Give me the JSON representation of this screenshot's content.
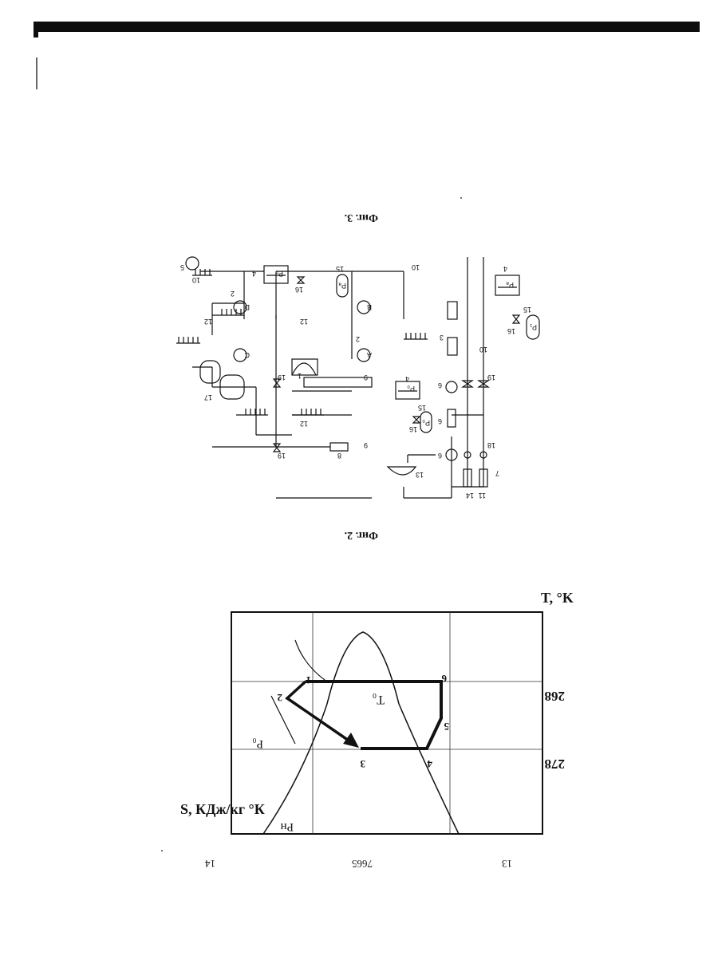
{
  "page": {
    "page_number": "7665",
    "header_right": "13",
    "header_left": "14"
  },
  "figure_top": {
    "caption": "Фиг. 3."
  },
  "figure_schematic": {
    "caption": "Фиг. 2.",
    "labels": {
      "l1": "1",
      "l2a": "2",
      "l2b": "2",
      "l3": "3",
      "l4a": "4",
      "l4b": "4",
      "l4c": "4",
      "l5": "5",
      "l6a": "6",
      "l6b": "6",
      "l6c": "6",
      "l7": "7",
      "l8": "8",
      "l9a": "9",
      "l9b": "9",
      "l10a": "10",
      "l10b": "10",
      "l10c": "10",
      "l11": "11",
      "l12a": "12",
      "l12b": "12",
      "l12c": "12",
      "l13": "13",
      "l14": "14",
      "l15a": "15",
      "l15b": "15",
      "l15c": "15",
      "l16a": "16",
      "l16b": "16",
      "l16c": "16",
      "l17": "17",
      "l18": "18",
      "l19a": "19",
      "l19b": "19",
      "l19c": "19",
      "A": "A",
      "B": "B",
      "C": "C",
      "D": "D",
      "Pa": "Pₐ",
      "Pb": "P₀",
      "Pc": "Pₙ",
      "Pd": "P₁",
      "Pe": "P₀",
      "Pf": "Pₐ"
    }
  },
  "figure_ts": {
    "x_axis_label": "S, КДж/кг °К",
    "y_axis_label": "T, °K",
    "tick_268": "268",
    "tick_278": "278",
    "isobar_low": "P₀",
    "isobar_high": "Pн",
    "isotherm": "T₀",
    "points": {
      "p1": "1",
      "p2": "2",
      "p3": "3",
      "p4": "4",
      "p5": "5",
      "p6": "6"
    }
  },
  "chart_data": {
    "type": "line",
    "title": "",
    "xlabel": "S, КДж/кг °К",
    "ylabel": "T, °K",
    "yticks": [
      268,
      278
    ],
    "series": [
      {
        "name": "",
        "points": [
          {
            "label": "1",
            "T": 268
          },
          {
            "label": "2",
            "T": 270.5
          },
          {
            "label": "3",
            "T": 278
          },
          {
            "label": "4",
            "T": 278
          },
          {
            "label": "5",
            "T": 274
          },
          {
            "label": "6",
            "T": 268
          }
        ]
      }
    ]
  }
}
